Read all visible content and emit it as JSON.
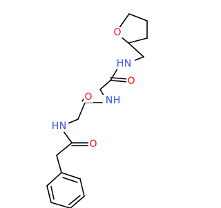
{
  "molecule": {
    "atom_colors": {
      "O": "#ff0d0d",
      "N": "#3050f8"
    },
    "bond_color": "#000000",
    "background": "#ffffff",
    "labels": {
      "ring_oxygen": "O",
      "amide_n_top": "N",
      "amide_h_top": "H",
      "carbonyl_o_upper": "O",
      "amide_n_middle": "N",
      "amide_h_middle": "H",
      "carbonyl_o_middle": "O",
      "amide_n_lower": "N",
      "amide_h_lower": "H",
      "carbonyl_o_lower": "O"
    }
  }
}
